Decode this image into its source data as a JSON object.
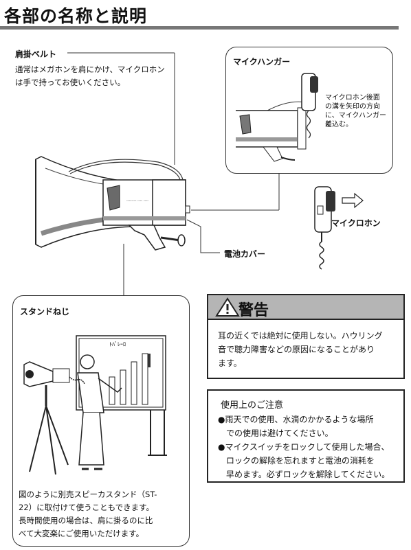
{
  "header": {
    "title": "各部の名称と説明"
  },
  "shoulder_belt": {
    "label": "肩掛ベルト",
    "desc_1": "通常はメガホンを肩にかけ、マイクロホン",
    "desc_2": "は手で持ってお使いください。"
  },
  "mic_hanger": {
    "label": "マイクハンガー",
    "note_1": "マイクロホン後面",
    "note_2": "の溝を矢印の方向",
    "note_3": "に、マイクハンガーに",
    "note_4": "差込む。"
  },
  "microphone": {
    "label": "マイクロホン"
  },
  "battery_cover": {
    "label": "電池カバー"
  },
  "stand_screw": {
    "label": "スタンドねじ",
    "board_text": "ﾄﾊﾞﾚｰﾛ",
    "desc_1": "図のように別売スピーカスタンド（ST-",
    "desc_2": "22）に取付けて使うこともできます。",
    "desc_3": "長時間使用の場合は、肩に掛るのに比",
    "desc_4": "べて大変楽にご使用いただけます。"
  },
  "warning": {
    "title": "警告",
    "body_1": "耳の近くでは絶対に使用しない。ハウリング",
    "body_2": "音で聴力障害などの原因になることがあり",
    "body_3": "ます。"
  },
  "caution": {
    "title": "使用上のご注意",
    "items": [
      {
        "line_1": "●雨天での使用、水滴のかかるような場所",
        "line_2": "　での使用は避けてください。"
      },
      {
        "line_1": "●マイクスイッチをロックして使用した場合、",
        "line_2": "　ロックの解除を忘れますと電池の消耗を",
        "line_3": "　早めます。必ずロックを解除してください。"
      }
    ]
  }
}
